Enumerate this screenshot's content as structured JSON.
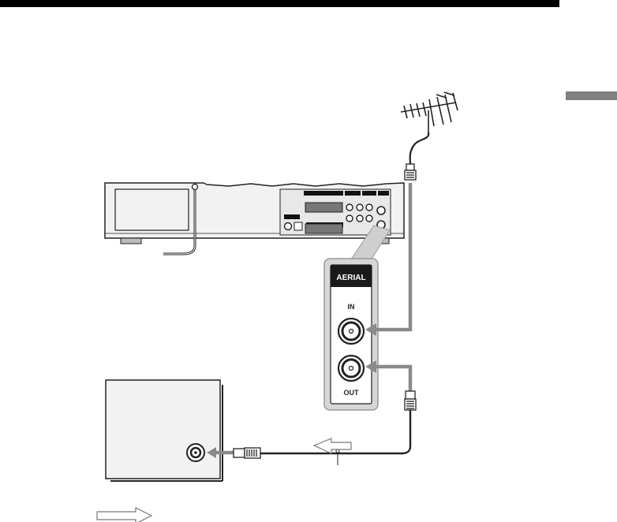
{
  "page": {
    "header_rule_color": "#000000",
    "side_tab_color": "#808080"
  },
  "panel": {
    "title": "AERIAL",
    "in_label": "IN",
    "out_label": "OUT",
    "accent": "#b0b0b0"
  },
  "colors": {
    "cable": "#222222",
    "arrow": "#8a8a8a",
    "device_fill": "#f2f2f2",
    "device_stroke": "#222222"
  }
}
